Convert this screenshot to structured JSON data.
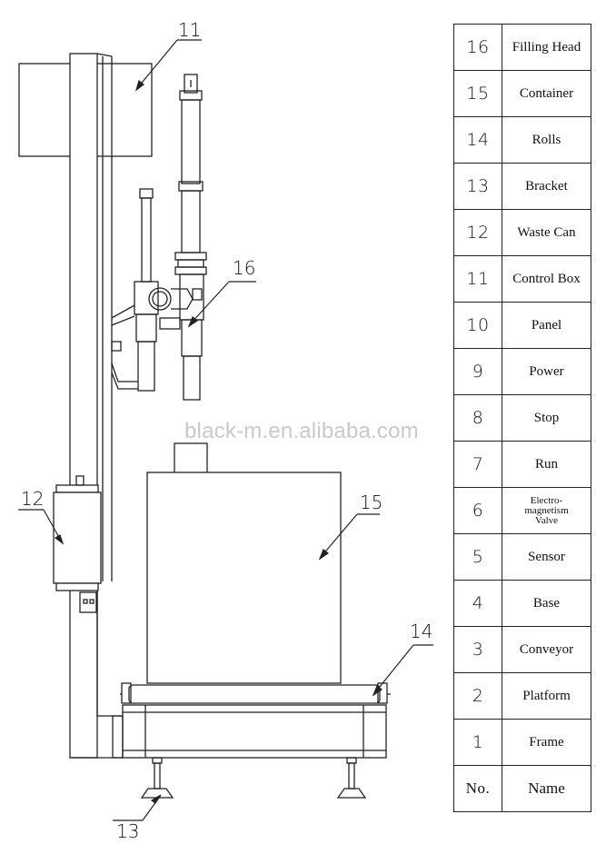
{
  "watermark": "black-m.en.alibaba.com",
  "callouts": {
    "c11": "11",
    "c12": "12",
    "c13": "13",
    "c14": "14",
    "c15": "15",
    "c16": "16"
  },
  "table": {
    "rows": [
      {
        "no": "16",
        "name": "Filling Head"
      },
      {
        "no": "15",
        "name": "Container"
      },
      {
        "no": "14",
        "name": "Rolls"
      },
      {
        "no": "13",
        "name": "Bracket"
      },
      {
        "no": "12",
        "name": "Waste Can"
      },
      {
        "no": "11",
        "name": "Control Box"
      },
      {
        "no": "10",
        "name": "Panel"
      },
      {
        "no": "9",
        "name": "Power"
      },
      {
        "no": "8",
        "name": "Stop"
      },
      {
        "no": "7",
        "name": "Run"
      },
      {
        "no": "6",
        "name": "Electro-\nmagnetism\nValve"
      },
      {
        "no": "5",
        "name": "Sensor"
      },
      {
        "no": "4",
        "name": "Base"
      },
      {
        "no": "3",
        "name": "Conveyor"
      },
      {
        "no": "2",
        "name": "Platform"
      },
      {
        "no": "1",
        "name": "Frame"
      }
    ],
    "header": {
      "no": "No.",
      "name": "Name"
    }
  }
}
